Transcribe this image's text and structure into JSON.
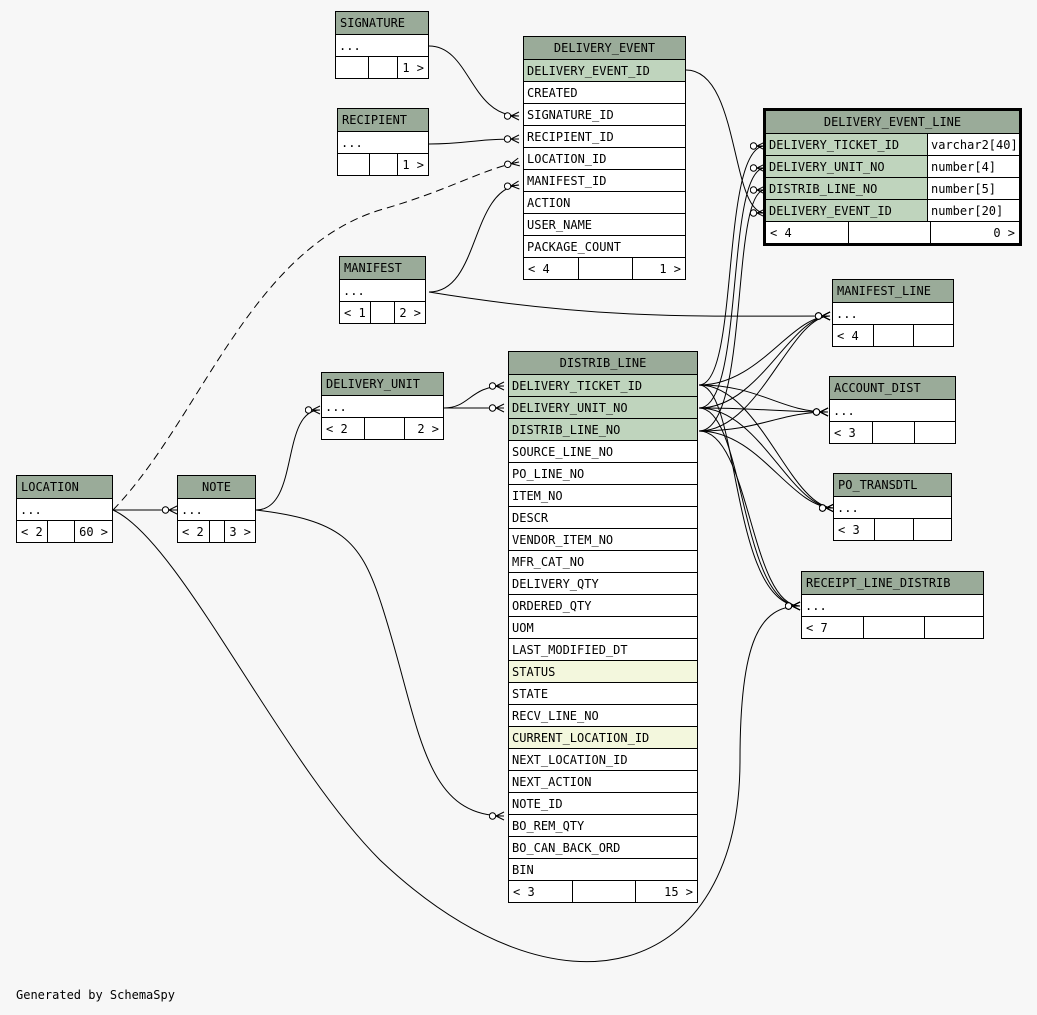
{
  "footer_text": "Generated by SchemaSpy",
  "colors": {
    "header": "#9aab99",
    "primary_key": "#bfd4bd",
    "indexed": "#f3f7dd",
    "background": "#f7f7f7"
  },
  "tables": {
    "signature": {
      "name": "SIGNATURE",
      "rows": [
        "..."
      ],
      "footer": [
        "",
        "",
        "1 >"
      ]
    },
    "recipient": {
      "name": "RECIPIENT",
      "rows": [
        "..."
      ],
      "footer": [
        "",
        "",
        "1 >"
      ]
    },
    "manifest": {
      "name": "MANIFEST",
      "rows": [
        "..."
      ],
      "footer": [
        "< 1",
        "",
        "2 >"
      ]
    },
    "delivery_event": {
      "name": "DELIVERY_EVENT",
      "columns": [
        {
          "name": "DELIVERY_EVENT_ID",
          "kind": "pk"
        },
        {
          "name": "CREATED",
          "kind": ""
        },
        {
          "name": "SIGNATURE_ID",
          "kind": ""
        },
        {
          "name": "RECIPIENT_ID",
          "kind": ""
        },
        {
          "name": "LOCATION_ID",
          "kind": ""
        },
        {
          "name": "MANIFEST_ID",
          "kind": ""
        },
        {
          "name": "ACTION",
          "kind": ""
        },
        {
          "name": "USER_NAME",
          "kind": ""
        },
        {
          "name": "PACKAGE_COUNT",
          "kind": ""
        }
      ],
      "footer": [
        "< 4",
        "",
        "1 >"
      ]
    },
    "delivery_event_line": {
      "name": "DELIVERY_EVENT_LINE",
      "columns": [
        {
          "name": "DELIVERY_TICKET_ID",
          "type": "varchar2[40]",
          "kind": "pk"
        },
        {
          "name": "DELIVERY_UNIT_NO",
          "type": "number[4]",
          "kind": "pk"
        },
        {
          "name": "DISTRIB_LINE_NO",
          "type": "number[5]",
          "kind": "pk"
        },
        {
          "name": "DELIVERY_EVENT_ID",
          "type": "number[20]",
          "kind": "pk"
        }
      ],
      "footer": [
        "< 4",
        "",
        "0 >"
      ]
    },
    "manifest_line": {
      "name": "MANIFEST_LINE",
      "rows": [
        "..."
      ],
      "footer": [
        "< 4",
        "",
        ""
      ]
    },
    "account_dist": {
      "name": "ACCOUNT_DIST",
      "rows": [
        "..."
      ],
      "footer": [
        "< 3",
        "",
        ""
      ]
    },
    "po_transdtl": {
      "name": "PO_TRANSDTL",
      "rows": [
        "..."
      ],
      "footer": [
        "< 3",
        "",
        ""
      ]
    },
    "receipt_line_distrib": {
      "name": "RECEIPT_LINE_DISTRIB",
      "rows": [
        "..."
      ],
      "footer": [
        "< 7",
        "",
        ""
      ]
    },
    "delivery_unit": {
      "name": "DELIVERY_UNIT",
      "rows": [
        "..."
      ],
      "footer": [
        "< 2",
        "",
        "2 >"
      ]
    },
    "location": {
      "name": "LOCATION",
      "rows": [
        "..."
      ],
      "footer": [
        "< 2",
        "",
        "60 >"
      ]
    },
    "note": {
      "name": "NOTE",
      "rows": [
        "..."
      ],
      "footer": [
        "< 2",
        "",
        "3 >"
      ]
    },
    "distrib_line": {
      "name": "DISTRIB_LINE",
      "columns": [
        {
          "name": "DELIVERY_TICKET_ID",
          "kind": "pk"
        },
        {
          "name": "DELIVERY_UNIT_NO",
          "kind": "pk"
        },
        {
          "name": "DISTRIB_LINE_NO",
          "kind": "pk"
        },
        {
          "name": "SOURCE_LINE_NO",
          "kind": ""
        },
        {
          "name": "PO_LINE_NO",
          "kind": ""
        },
        {
          "name": "ITEM_NO",
          "kind": ""
        },
        {
          "name": "DESCR",
          "kind": ""
        },
        {
          "name": "VENDOR_ITEM_NO",
          "kind": ""
        },
        {
          "name": "MFR_CAT_NO",
          "kind": ""
        },
        {
          "name": "DELIVERY_QTY",
          "kind": ""
        },
        {
          "name": "ORDERED_QTY",
          "kind": ""
        },
        {
          "name": "UOM",
          "kind": ""
        },
        {
          "name": "LAST_MODIFIED_DT",
          "kind": ""
        },
        {
          "name": "STATUS",
          "kind": "idx"
        },
        {
          "name": "STATE",
          "kind": ""
        },
        {
          "name": "RECV_LINE_NO",
          "kind": ""
        },
        {
          "name": "CURRENT_LOCATION_ID",
          "kind": "idx"
        },
        {
          "name": "NEXT_LOCATION_ID",
          "kind": ""
        },
        {
          "name": "NEXT_ACTION",
          "kind": ""
        },
        {
          "name": "NOTE_ID",
          "kind": ""
        },
        {
          "name": "BO_REM_QTY",
          "kind": ""
        },
        {
          "name": "BO_CAN_BACK_ORD",
          "kind": ""
        },
        {
          "name": "BIN",
          "kind": ""
        }
      ],
      "footer": [
        "< 3",
        "",
        "15 >"
      ]
    }
  },
  "relationships": [
    {
      "from": "SIGNATURE",
      "to": "DELIVERY_EVENT.SIGNATURE_ID"
    },
    {
      "from": "RECIPIENT",
      "to": "DELIVERY_EVENT.RECIPIENT_ID"
    },
    {
      "from": "LOCATION",
      "to": "DELIVERY_EVENT.LOCATION_ID",
      "style": "dashed"
    },
    {
      "from": "MANIFEST",
      "to": "DELIVERY_EVENT.MANIFEST_ID"
    },
    {
      "from": "DELIVERY_EVENT.DELIVERY_EVENT_ID",
      "to": "DELIVERY_EVENT_LINE.DELIVERY_EVENT_ID"
    },
    {
      "from": "DISTRIB_LINE.DELIVERY_TICKET_ID",
      "to": "DELIVERY_EVENT_LINE.DELIVERY_TICKET_ID"
    },
    {
      "from": "DISTRIB_LINE.DELIVERY_UNIT_NO",
      "to": "DELIVERY_EVENT_LINE.DELIVERY_UNIT_NO"
    },
    {
      "from": "DISTRIB_LINE.DISTRIB_LINE_NO",
      "to": "DELIVERY_EVENT_LINE.DISTRIB_LINE_NO"
    },
    {
      "from": "DISTRIB_LINE",
      "to": "MANIFEST_LINE"
    },
    {
      "from": "MANIFEST",
      "to": "MANIFEST_LINE"
    },
    {
      "from": "DISTRIB_LINE",
      "to": "ACCOUNT_DIST"
    },
    {
      "from": "DISTRIB_LINE",
      "to": "PO_TRANSDTL"
    },
    {
      "from": "DISTRIB_LINE",
      "to": "RECEIPT_LINE_DISTRIB"
    },
    {
      "from": "LOCATION",
      "to": "RECEIPT_LINE_DISTRIB"
    },
    {
      "from": "DELIVERY_UNIT",
      "to": "DISTRIB_LINE.DELIVERY_TICKET_ID"
    },
    {
      "from": "DELIVERY_UNIT",
      "to": "DISTRIB_LINE.DELIVERY_UNIT_NO"
    },
    {
      "from": "LOCATION",
      "to": "NOTE"
    },
    {
      "from": "NOTE",
      "to": "DELIVERY_UNIT"
    },
    {
      "from": "NOTE",
      "to": "DISTRIB_LINE.NOTE_ID"
    }
  ]
}
